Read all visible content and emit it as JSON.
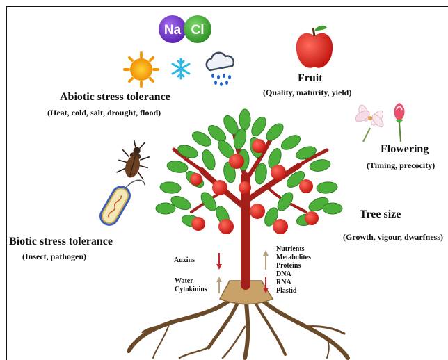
{
  "salt_icon": {
    "left_symbol": "Na",
    "right_symbol": "Cl",
    "left_color": "#7b3fd0",
    "right_color": "#4caf3a"
  },
  "abiotic": {
    "title": "Abiotic stress tolerance",
    "detail": "(Heat, cold, salt, drought, flood)"
  },
  "fruit": {
    "title": "Fruit",
    "detail": "(Quality, maturity, yield)"
  },
  "flowering": {
    "title": "Flowering",
    "detail": "(Timing, precocity)"
  },
  "tree_size": {
    "title": "Tree size",
    "detail": "(Growth, vigour, dwarfness)"
  },
  "biotic": {
    "title": "Biotic stress tolerance",
    "detail": "(Insect, pathogen)"
  },
  "root_signals": {
    "down_left": [
      "Auxins"
    ],
    "up_left": [
      "Water",
      "Cytokinins"
    ],
    "up_right_list": [
      "Nutrients",
      "Metabolites",
      "Proteins",
      "DNA",
      "RNA",
      "Plastid"
    ]
  },
  "colors": {
    "apple": "#e0241b",
    "leaf": "#4caf3a",
    "trunk": "#a3201a",
    "root": "#6b4a2a",
    "arrow_down": "#c8242a",
    "arrow_up": "#b8a07a"
  },
  "icons": [
    "sun-icon",
    "snowflake-icon",
    "rain-cloud-icon",
    "beetle-icon",
    "bacterium-icon",
    "apple-icon",
    "flower-icon"
  ]
}
